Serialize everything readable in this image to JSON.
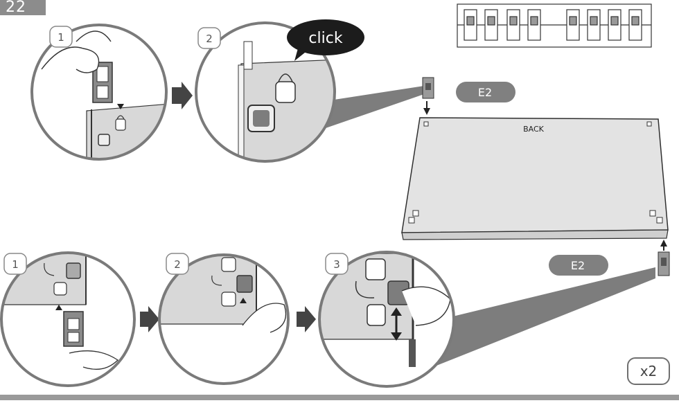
{
  "page": {
    "step_number": "22",
    "quantity": "x2"
  },
  "top_sequence": {
    "sub_steps": [
      "1",
      "2"
    ],
    "click_label": "click"
  },
  "bottom_sequence": {
    "sub_steps": [
      "1",
      "2",
      "3"
    ]
  },
  "panel": {
    "side_label": "BACK"
  },
  "parts": {
    "top_part_label": "E2",
    "bottom_part_label": "E2"
  },
  "colors": {
    "panel_grey": "#d8d8d8",
    "dark_grey": "#6a6a6a",
    "callout_grey": "#808080",
    "line": "#2f2f2f"
  }
}
